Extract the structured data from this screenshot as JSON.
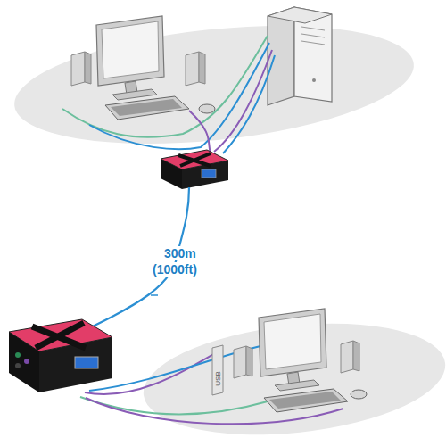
{
  "diagram": {
    "labels": [
      "300m",
      "(1000ft)",
      "USB"
    ]
  }
}
